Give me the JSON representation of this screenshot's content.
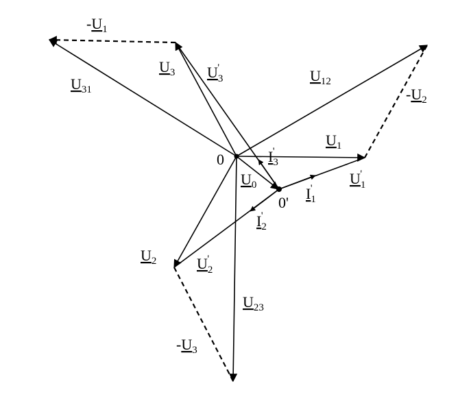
{
  "diagram": {
    "origin_label": "0",
    "shifted_origin_label": "0'",
    "labels": {
      "neg_u1": {
        "pre": "-",
        "main": "U",
        "sub": "1",
        "prime": ""
      },
      "u3": {
        "pre": "",
        "main": "U",
        "sub": "3",
        "prime": ""
      },
      "u3p": {
        "pre": "",
        "main": "U",
        "sub": "3",
        "prime": "'"
      },
      "u31": {
        "pre": "",
        "main": "U",
        "sub": "31",
        "prime": ""
      },
      "u12": {
        "pre": "",
        "main": "U",
        "sub": "12",
        "prime": ""
      },
      "neg_u2": {
        "pre": "-",
        "main": "U",
        "sub": "2",
        "prime": ""
      },
      "u1": {
        "pre": "",
        "main": "U",
        "sub": "1",
        "prime": ""
      },
      "i3p": {
        "pre": "",
        "main": "I",
        "sub": "3",
        "prime": "'"
      },
      "u0": {
        "pre": "",
        "main": "U",
        "sub": "0",
        "prime": ""
      },
      "i1p": {
        "pre": "",
        "main": "I",
        "sub": "1",
        "prime": "'"
      },
      "u1p": {
        "pre": "",
        "main": "U",
        "sub": "1",
        "prime": "'"
      },
      "i2p": {
        "pre": "",
        "main": "I",
        "sub": "2",
        "prime": "'"
      },
      "u2": {
        "pre": "",
        "main": "U",
        "sub": "2",
        "prime": ""
      },
      "u2p": {
        "pre": "",
        "main": "U",
        "sub": "2",
        "prime": "'"
      },
      "u23": {
        "pre": "",
        "main": "U",
        "sub": "23",
        "prime": ""
      },
      "neg_u3": {
        "pre": "-",
        "main": "U",
        "sub": "3",
        "prime": ""
      }
    }
  }
}
